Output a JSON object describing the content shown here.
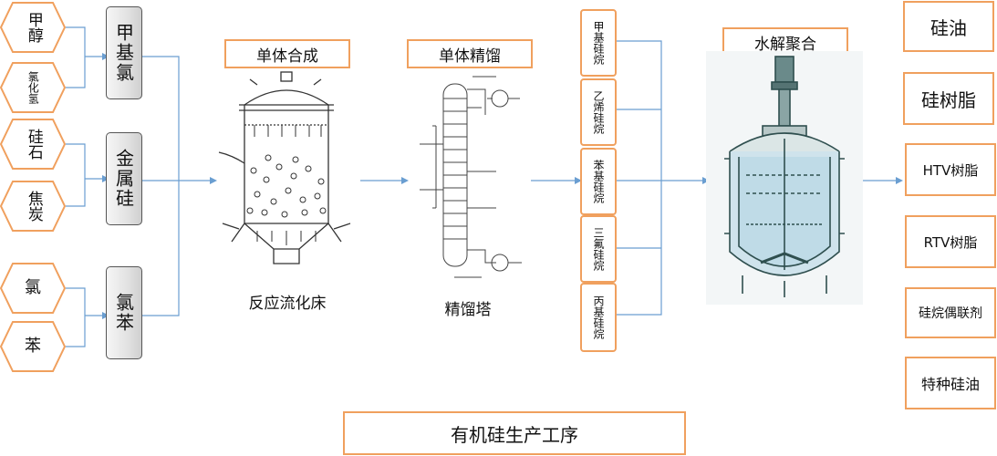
{
  "raw_materials": [
    {
      "label": "甲醇"
    },
    {
      "label": "氯化氢"
    },
    {
      "label": "硅石"
    },
    {
      "label": "焦炭"
    },
    {
      "label": "氯"
    },
    {
      "label": "苯"
    }
  ],
  "intermediates": [
    {
      "label": "甲基氯"
    },
    {
      "label": "金属硅"
    },
    {
      "label": "氯苯"
    }
  ],
  "stages": {
    "synthesis": {
      "title": "单体合成",
      "caption": "反应流化床"
    },
    "distillation": {
      "title": "单体精馏",
      "caption": "精馏塔"
    },
    "hydrolysis": {
      "title": "水解聚合"
    }
  },
  "monomers": [
    {
      "label": "甲基硅烷"
    },
    {
      "label": "乙烯硅烷"
    },
    {
      "label": "苯基硅烷"
    },
    {
      "label": "三氟硅烷"
    },
    {
      "label": "丙基硅烷"
    }
  ],
  "products": [
    {
      "label": "硅油"
    },
    {
      "label": "硅树脂"
    },
    {
      "label": "HTV树脂"
    },
    {
      "label": "RTV树脂"
    },
    {
      "label": "硅烷偶联剂"
    },
    {
      "label": "特种硅油"
    }
  ],
  "footer_title": "有机硅生产工序",
  "colors": {
    "box_border": "#f0a05e",
    "line": "#6a9ed1",
    "equipment": "#2f4f4f"
  }
}
